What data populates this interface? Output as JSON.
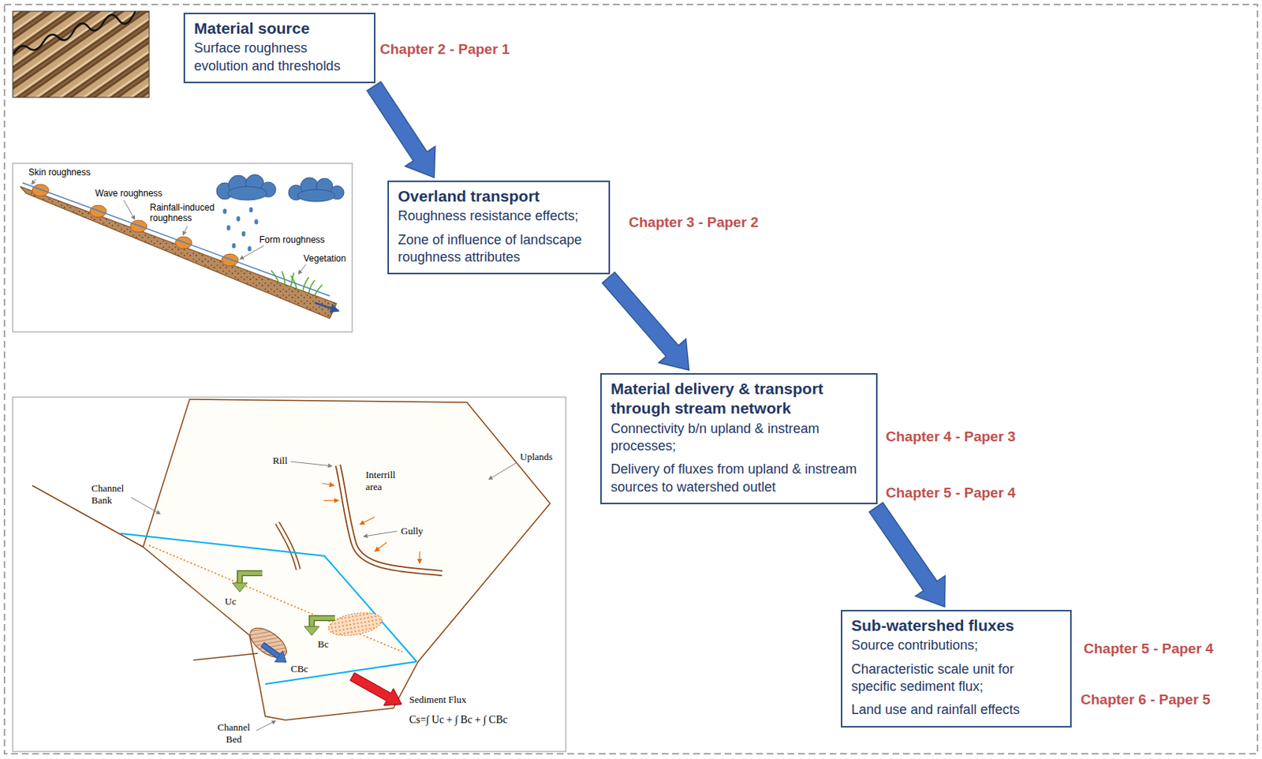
{
  "diagram": {
    "nodes": [
      {
        "text": [
          "Material source",
          "Surface roughness evolution and thresholds"
        ]
      },
      {
        "text": [
          "Overland transport",
          "Roughness resistance effects;",
          "Zone of influence of landscape roughness attributes"
        ]
      },
      {
        "text": [
          "Material delivery & transport through stream network",
          "Connectivity b/n upland & instream processes;",
          "Delivery of fluxes from upland & instream sources to watershed outlet"
        ]
      },
      {
        "text": [
          "Sub-watershed fluxes",
          "Source contributions;",
          "Characteristic scale unit for specific sediment flux;",
          "Land use and rainfall effects"
        ]
      }
    ],
    "edges": [
      {
        "from": 0,
        "to": 1,
        "arrow": "to"
      },
      {
        "from": 1,
        "to": 2,
        "arrow": "to"
      },
      {
        "from": 2,
        "to": 3,
        "arrow": "to"
      }
    ],
    "labels": [
      "Chapter 2 - Paper 1",
      "Chapter 3 - Paper 2",
      "Chapter 4 - Paper 3",
      "Chapter 5 - Paper 4",
      "Chapter 5 - Paper 4",
      "Chapter 6 - Paper 5",
      "Skin roughness",
      "Wave roughness",
      "Rainfall-induced roughness",
      "Form roughness",
      "Vegetation",
      "Rill",
      "Interrill area",
      "Uplands",
      "Channel Bank",
      "Gully",
      "Uc",
      "Bc",
      "CBc",
      "Sediment Flux",
      "Cs=∫ Uc + ∫ Bc + ∫ CBc",
      "Channel Bed"
    ]
  }
}
